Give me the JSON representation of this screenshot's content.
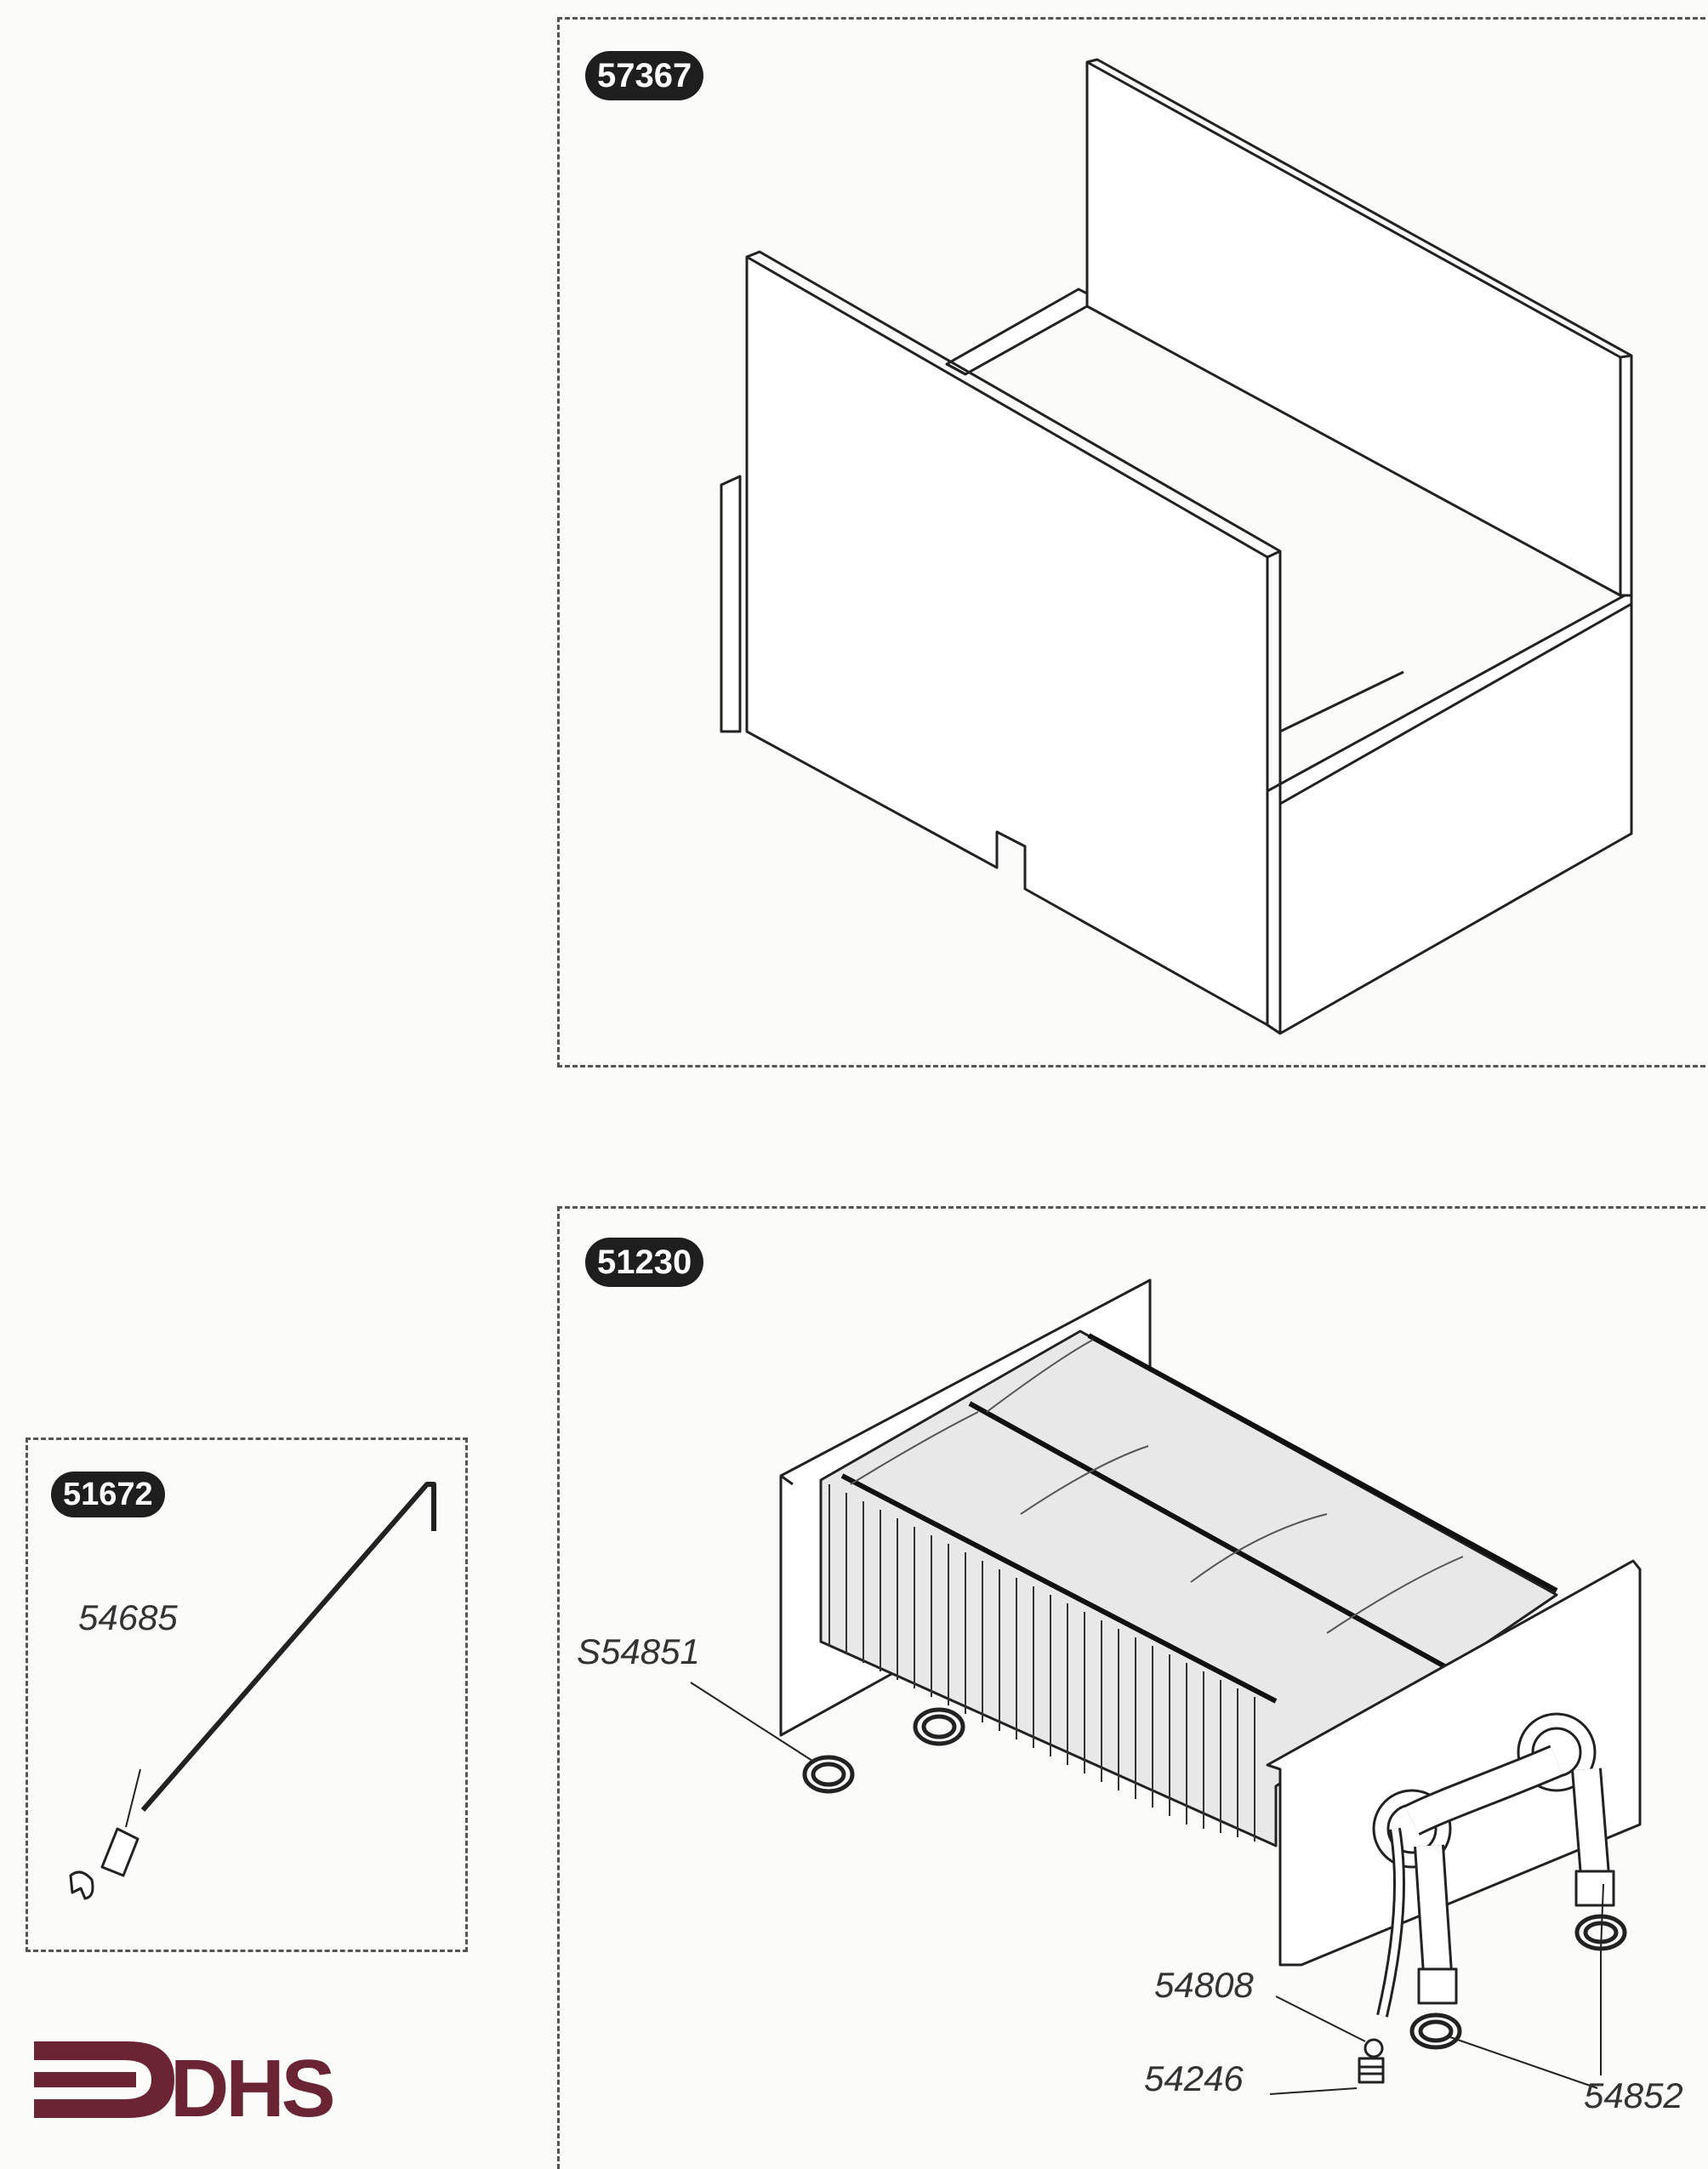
{
  "panels": {
    "liner_set": {
      "part_number": "57367"
    },
    "heat_exchanger": {
      "part_number": "51230"
    },
    "electrode": {
      "part_number": "51672"
    }
  },
  "callouts": {
    "electrode_clip": "54685",
    "seal_left": "S54851",
    "bleed_valve": "54808",
    "bleed_screw": "54246",
    "seal_right": "54852"
  },
  "logo": {
    "text": "DHS",
    "color": "#6b2434"
  },
  "colors": {
    "line": "#222222",
    "badge": "#1e1e1e",
    "dash": "#555555"
  }
}
